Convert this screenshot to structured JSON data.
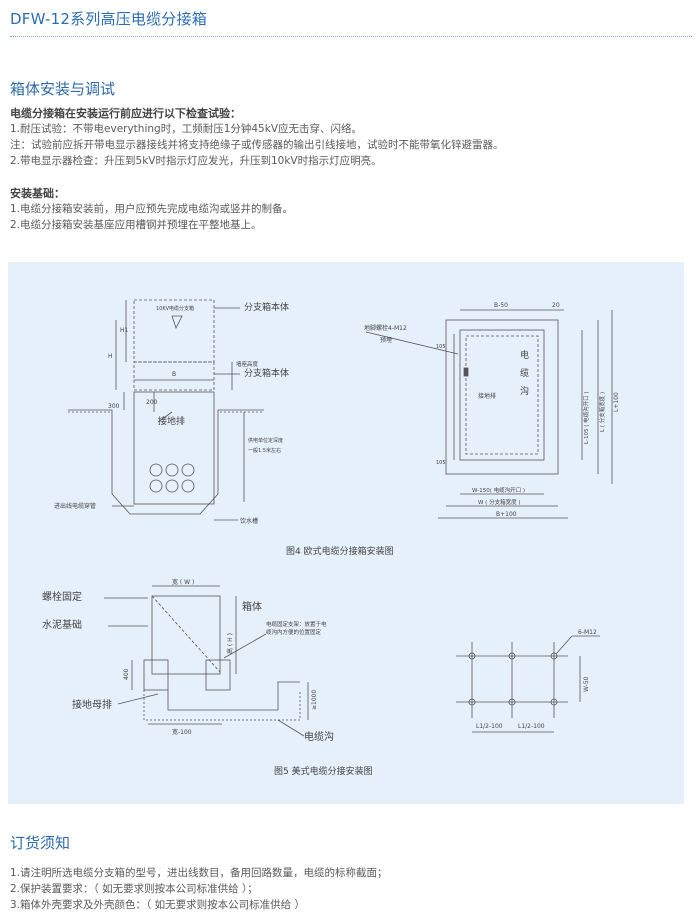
{
  "header": {
    "title": "DFW-12系列高压电缆分接箱"
  },
  "section1": {
    "heading": "箱体安装与调试",
    "check_title": "电缆分接箱在安装运行前应进行以下检查试验：",
    "check_items": [
      "1.耐压试验：不带电everything时，工频耐压1分钟45kV应无击穿、闪络。",
      "注：试验前应拆开带电显示器接线并将支持绝缘子或传感器的输出引线接地，试验时不能带氧化锌避雷器。",
      "2.带电显示器检查：升压到5kV时指示灯应发光，升压到10kV时指示灯应明亮。"
    ],
    "install_title": "安装基础：",
    "install_items": [
      "1.电缆分接箱安装前，用户应预先完成电缆沟或竖井的制备。",
      "2.电缆分接箱安装基座应用槽钢并预埋在平整地基上。"
    ]
  },
  "figure4": {
    "caption": "图4  欧式电缆分接箱安装图",
    "labels": {
      "box_body_1": "分支箱本体",
      "box_body_2": "分支箱本体",
      "ground_bar_left": "接地排",
      "nameplate": "10KV电缆分支箱",
      "h1": "H1",
      "h": "H",
      "b": "B",
      "dim_300": "300",
      "dim_200": "200",
      "base_height": "墙座高度",
      "trench_depth_1": "供电单位定深度",
      "trench_depth_2": "一般1.5米左右",
      "cable_entry": "进出线电缆穿管",
      "drain": "饮水槽",
      "b_minus_50": "B-50",
      "dim_20": "20",
      "anchor_bolt": "地脚螺栓4-M12",
      "embed": "预埋",
      "dim_105_top": "105",
      "dim_105_bottom": "105",
      "trench_char_1": "电",
      "trench_char_2": "缆",
      "trench_char_3": "沟",
      "ground_bar_right": "接地排",
      "l_minus_105": "L-105 ( 电缆沟开口 )",
      "l_depth": "L ( 分支箱宽度 )",
      "l_plus_100": "L+100",
      "w_minus_150": "W-150( 电缆沟开口 )",
      "w_width": "W ( 分支箱宽度 )",
      "b_plus_100": "B+100"
    }
  },
  "figure5": {
    "caption": "图5  美式电缆分接安装图",
    "labels": {
      "bolt_fix": "螺栓固定",
      "concrete": "水泥基础",
      "ground_bus": "接地母排",
      "width_w": "宽 ( W )",
      "box": "箱体",
      "height_h": "高 ( H )",
      "fixing_note_1": "电缆固定支架：放置于电",
      "fixing_note_2": "缆沟内方便的位置固定",
      "dim_400": "400",
      "dim_ge1000": "≥1000",
      "width_minus_100": "宽-100",
      "cable_trench": "电缆沟",
      "bolts_6m12": "6-M12",
      "w_minus_50": "W-50",
      "l_half_1": "L1/2-100",
      "l_half_2": "L1/2-100"
    }
  },
  "section2": {
    "heading": "订货须知",
    "items": [
      "1.请注明所选电缆分支箱的型号，进出线数目，备用回路数量，电缆的标称截面；",
      "2.保护装置要求：（ 如无要求则按本公司标准供给 ）；",
      "3.箱体外壳要求及外壳颜色：（ 如无要求则按本公司标准供给 ）"
    ]
  },
  "colors": {
    "accent": "#2a6db4",
    "panel": "#e6f0fa"
  }
}
